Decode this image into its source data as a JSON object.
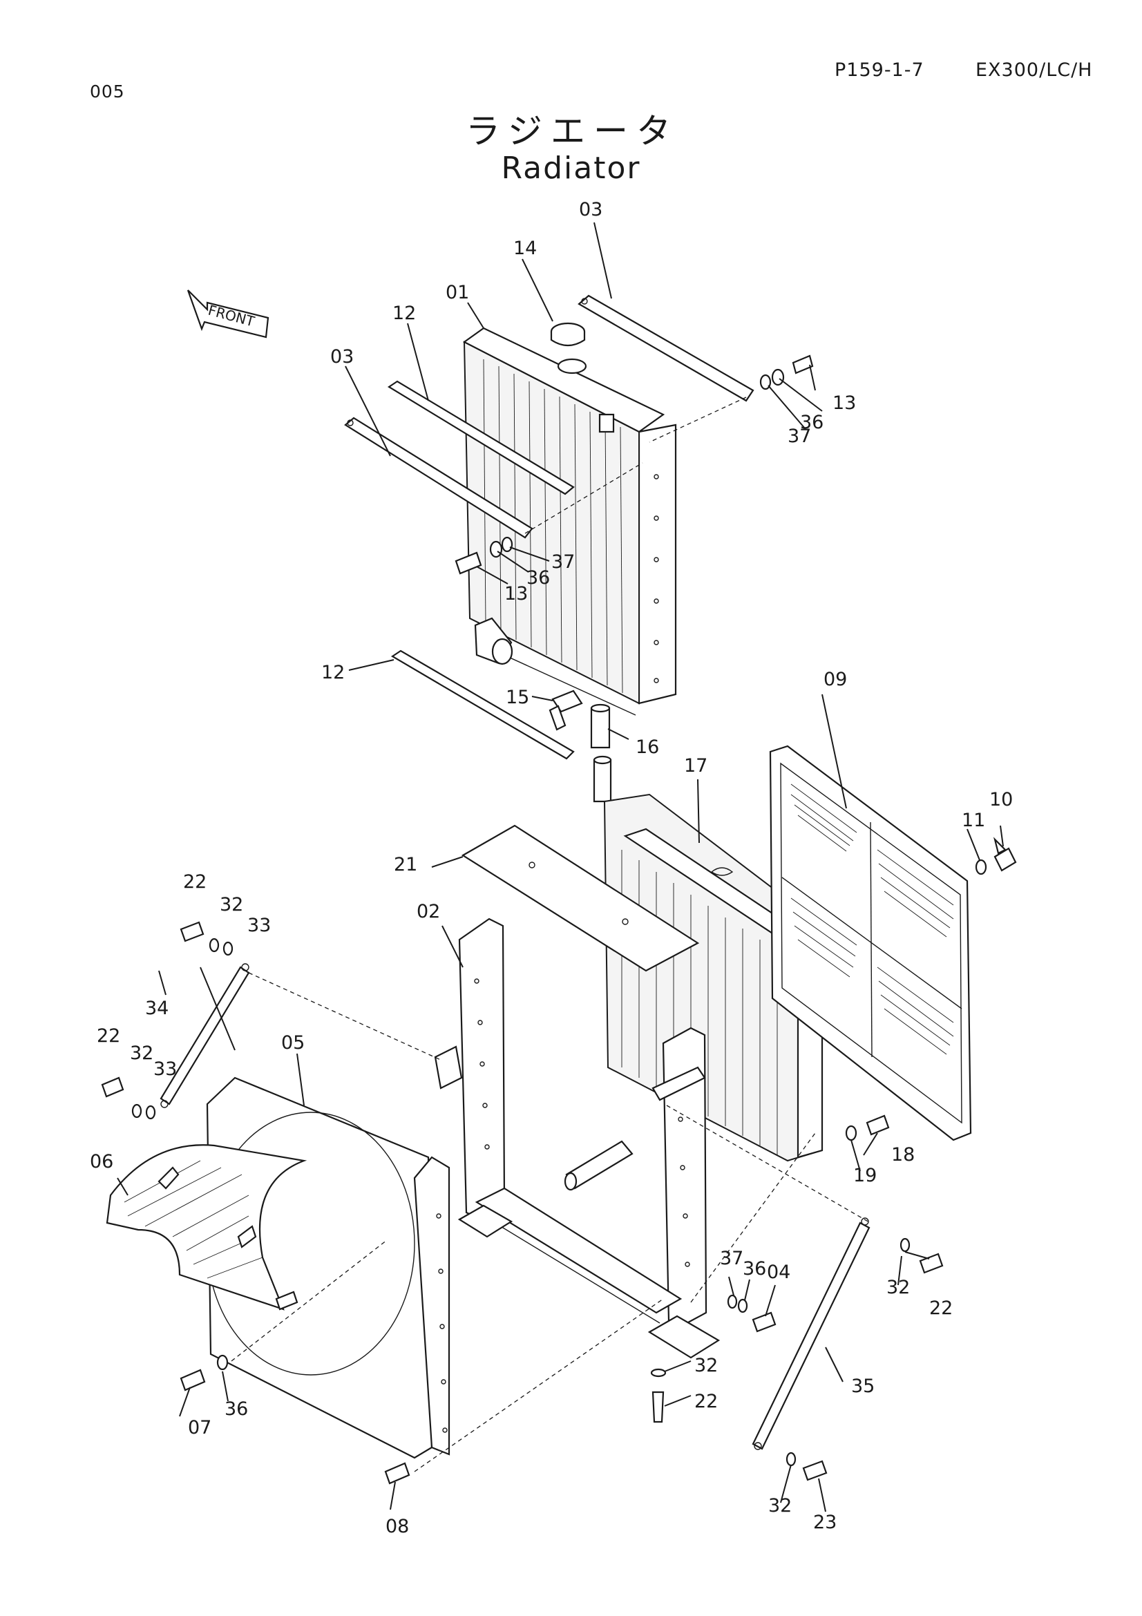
{
  "header": {
    "page_code": "005",
    "reference": "P159-1-7",
    "model": "EX300/LC/H",
    "title_jp": "ラジエータ",
    "title_en": "Radiator"
  },
  "front_marker": "FRONT",
  "callouts": {
    "c01": "01",
    "c02": "02",
    "c03a": "03",
    "c03b": "03",
    "c04": "04",
    "c05": "05",
    "c06": "06",
    "c07": "07",
    "c08": "08",
    "c09": "09",
    "c10": "10",
    "c11": "11",
    "c12a": "12",
    "c12b": "12",
    "c13a": "13",
    "c13b": "13",
    "c14": "14",
    "c15": "15",
    "c16": "16",
    "c17": "17",
    "c18": "18",
    "c19": "19",
    "c21": "21",
    "c22a": "22",
    "c22b": "22",
    "c22c": "22",
    "c22d": "22",
    "c23": "23",
    "c32a": "32",
    "c32b": "32",
    "c32c": "32",
    "c32d": "32",
    "c32e": "32",
    "c33a": "33",
    "c33b": "33",
    "c34": "34",
    "c35": "35",
    "c36a": "36",
    "c36b": "36",
    "c36c": "36",
    "c36d": "36",
    "c37a": "37",
    "c37b": "37",
    "c37c": "37"
  }
}
